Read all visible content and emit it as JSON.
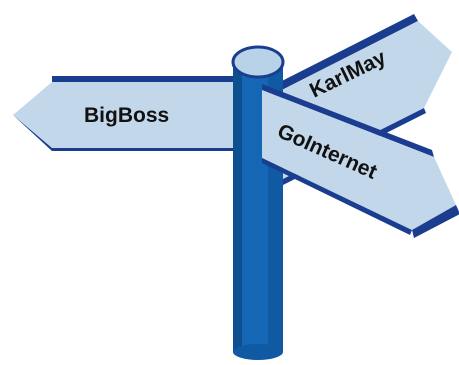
{
  "signpost": {
    "left_sign": "BigBoss",
    "upper_right_sign": "KarlMay",
    "lower_right_sign": "GoInternet"
  },
  "colors": {
    "sign_face": "#c3d7ea",
    "sign_edge": "#1b3d8f",
    "pole_main": "#1567b5",
    "pole_dark": "#0d4f8f",
    "pole_top": "#b8d2e8"
  }
}
